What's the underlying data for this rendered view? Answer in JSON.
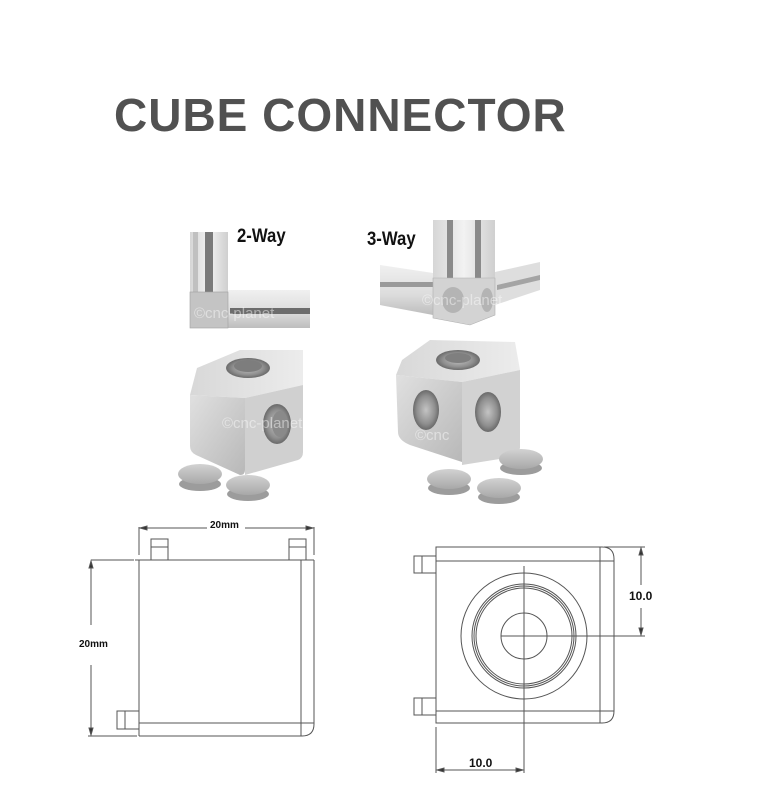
{
  "title": "CUBE CONNECTOR",
  "photos": {
    "two_way": {
      "label": "2-Way",
      "watermark": "©cnc-planet"
    },
    "three_way": {
      "label": "3-Way",
      "watermark": "©cnc-planet"
    },
    "cube_2way": {
      "watermark": "©cnc-planet"
    },
    "cube_3way": {
      "watermark": "©cnc"
    }
  },
  "drawings": {
    "side_view": {
      "width_label": "20mm",
      "height_label": "20mm"
    },
    "front_view": {
      "vertical_offset_label": "10.0",
      "horizontal_offset_label": "10.0"
    }
  },
  "colors": {
    "title": "#515151",
    "aluminum_light": "#e4e4e4",
    "aluminum_mid": "#c8c8c8",
    "aluminum_dark": "#8c8c8c",
    "cap": "#b9b9b9",
    "line": "#555555"
  }
}
